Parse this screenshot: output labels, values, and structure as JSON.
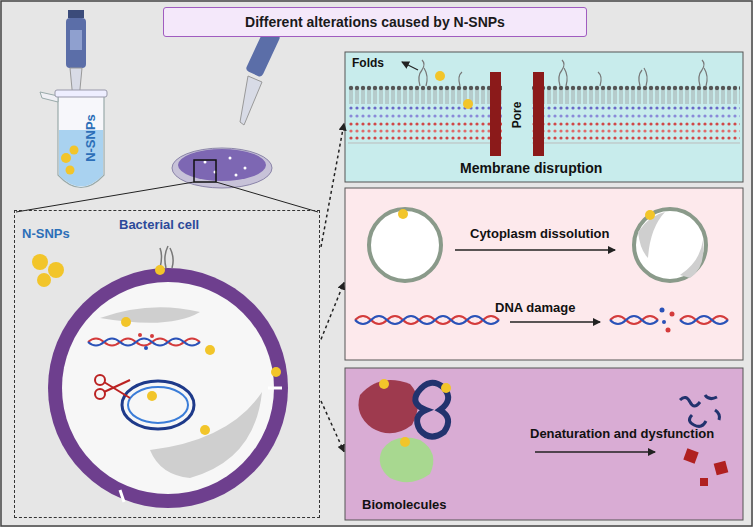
{
  "diagram": {
    "title": "Different alterations caused by N-SNPs",
    "nodes": [
      {
        "text": [
          "Bacterial cell"
        ]
      },
      {
        "text": [
          "Membrane disruption"
        ]
      },
      {
        "text": [
          "Cytoplasm dissolution",
          "DNA damage"
        ]
      },
      {
        "text": [
          "Denaturation and dysfunction"
        ]
      }
    ],
    "edges": [
      {
        "from": 0,
        "to": 1,
        "arrow": "to"
      },
      {
        "from": 0,
        "to": 2,
        "arrow": "to"
      },
      {
        "from": 0,
        "to": 3,
        "arrow": "to"
      }
    ],
    "labels": [
      "N-SNPs",
      "N-SNPs",
      "Folds",
      "Pore",
      "Biomolecules"
    ]
  }
}
